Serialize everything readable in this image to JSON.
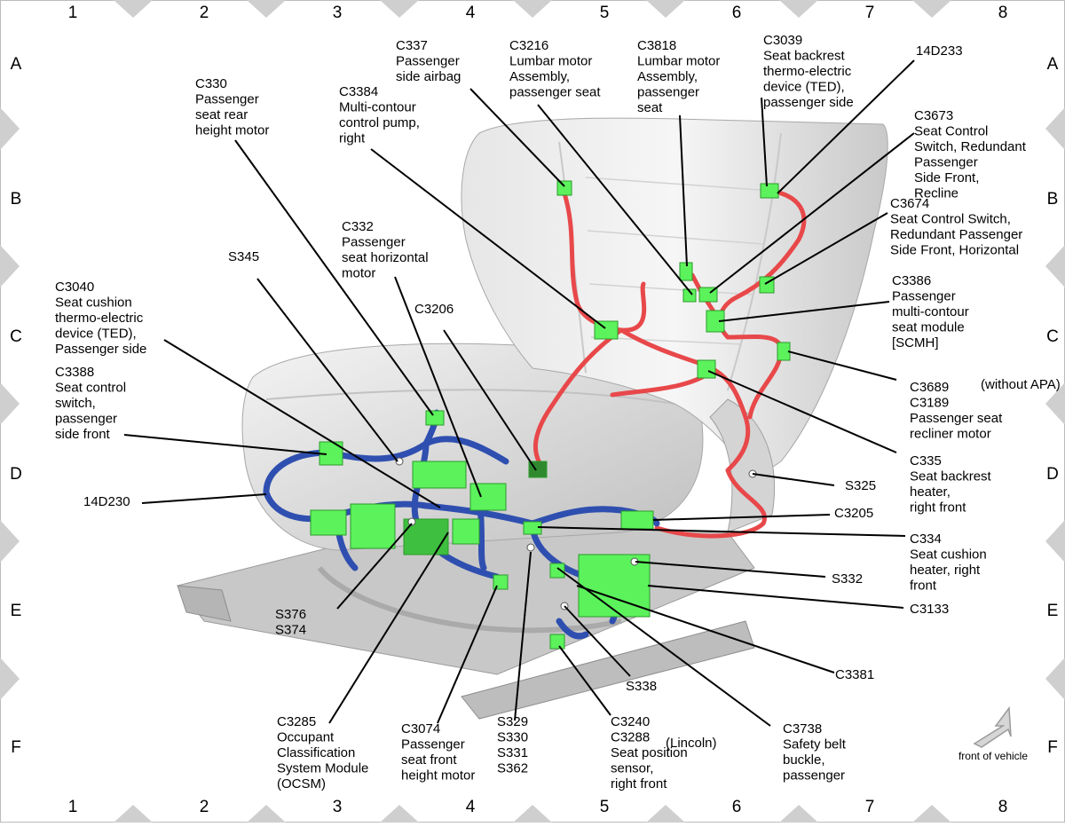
{
  "grid": {
    "columns": [
      "1",
      "2",
      "3",
      "4",
      "5",
      "6",
      "7",
      "8"
    ],
    "rows": [
      "A",
      "B",
      "C",
      "D",
      "E",
      "F"
    ]
  },
  "callouts": [
    {
      "id": "c337",
      "lines": [
        "C337",
        "Passenger",
        "side airbag"
      ]
    },
    {
      "id": "c3216",
      "lines": [
        "C3216",
        "Lumbar motor",
        "Assembly,",
        "passenger seat"
      ]
    },
    {
      "id": "c3818",
      "lines": [
        "C3818",
        "Lumbar motor",
        "Assembly,",
        "passenger",
        "seat"
      ]
    },
    {
      "id": "c3039",
      "lines": [
        "C3039",
        "Seat backrest",
        "thermo-electric",
        "device (TED),",
        "passenger side"
      ]
    },
    {
      "id": "w14d233",
      "lines": [
        "14D233"
      ]
    },
    {
      "id": "c330",
      "lines": [
        "C330",
        "Passenger",
        "seat rear",
        "height motor"
      ]
    },
    {
      "id": "c3384",
      "lines": [
        "C3384",
        "Multi-contour",
        "control pump,",
        "right"
      ]
    },
    {
      "id": "c3673",
      "lines": [
        "C3673",
        "Seat Control",
        "Switch, Redundant",
        "Passenger",
        "Side Front,",
        "Recline"
      ]
    },
    {
      "id": "c3674",
      "lines": [
        "C3674",
        "Seat Control Switch,",
        "Redundant Passenger",
        "Side Front, Horizontal"
      ]
    },
    {
      "id": "c332",
      "lines": [
        "C332",
        "Passenger",
        "seat horizontal",
        "motor"
      ]
    },
    {
      "id": "s345",
      "lines": [
        "S345"
      ]
    },
    {
      "id": "c3040",
      "lines": [
        "C3040",
        "Seat cushion",
        "thermo-electric",
        "device (TED),",
        "Passenger side"
      ]
    },
    {
      "id": "c3206",
      "lines": [
        "C3206"
      ]
    },
    {
      "id": "c3386",
      "lines": [
        "C3386",
        "Passenger",
        "multi-contour",
        "seat module",
        "[SCMH]"
      ]
    },
    {
      "id": "c3388",
      "lines": [
        "C3388",
        "Seat control",
        "switch,",
        "passenger",
        "side front"
      ]
    },
    {
      "id": "c3689",
      "lines": [
        "C3689",
        "C3189",
        "Passenger seat",
        "recliner motor"
      ]
    },
    {
      "id": "c3689note",
      "lines": [
        "(without APA)"
      ]
    },
    {
      "id": "c335",
      "lines": [
        "C335",
        "Seat backrest",
        "heater,",
        "right front"
      ]
    },
    {
      "id": "w14d230",
      "lines": [
        "14D230"
      ]
    },
    {
      "id": "s325",
      "lines": [
        "S325"
      ]
    },
    {
      "id": "c3205",
      "lines": [
        "C3205"
      ]
    },
    {
      "id": "c334",
      "lines": [
        "C334",
        "Seat cushion",
        "heater, right",
        "front"
      ]
    },
    {
      "id": "s332",
      "lines": [
        "S332"
      ]
    },
    {
      "id": "c3133",
      "lines": [
        "C3133"
      ]
    },
    {
      "id": "s376",
      "lines": [
        "S376",
        "S374"
      ]
    },
    {
      "id": "c3381",
      "lines": [
        "C3381"
      ]
    },
    {
      "id": "s338",
      "lines": [
        "S338"
      ]
    },
    {
      "id": "c3285",
      "lines": [
        "C3285",
        "Occupant",
        "Classification",
        "System Module",
        "(OCSM)"
      ]
    },
    {
      "id": "c3074",
      "lines": [
        "C3074",
        "Passenger",
        "seat front",
        "height motor"
      ]
    },
    {
      "id": "s329",
      "lines": [
        "S329",
        "S330",
        "S331",
        "S362"
      ]
    },
    {
      "id": "c3240",
      "lines": [
        "C3240",
        "C3288",
        "Seat position",
        "sensor,",
        "right front"
      ]
    },
    {
      "id": "c3240note",
      "lines": [
        "(Lincoln)"
      ]
    },
    {
      "id": "c3738",
      "lines": [
        "C3738",
        "Safety belt",
        "buckle,",
        "passenger"
      ]
    }
  ],
  "front_of_vehicle": "front of vehicle",
  "colors": {
    "harness_red": "#e8484a",
    "harness_blue": "#2f4fb0",
    "connector_green": "#5cf25c",
    "seat_gray": "#dcdcdc",
    "grid_marker": "#cfcfcf"
  }
}
